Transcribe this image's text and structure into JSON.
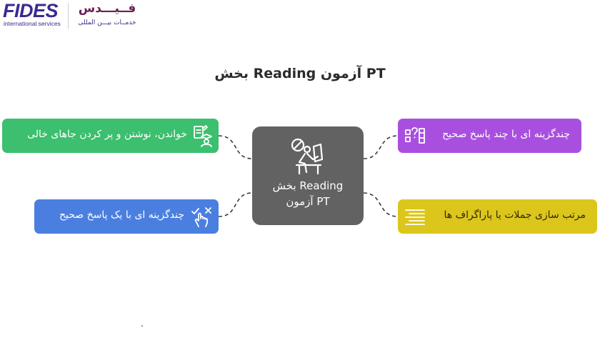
{
  "logo": {
    "brand": "FIDES",
    "subtitle": "international services",
    "brand_fa": "فــیـــدس",
    "subtitle_fa": "خدمــات بیـــن المللی"
  },
  "title": "PT آزمون Reading بخش",
  "center": {
    "line1": "Reading بخش",
    "line2": "PT آزمون",
    "icon": "reader-studying-icon"
  },
  "nodes": {
    "green": {
      "label": "خواندن، نوشتن و پر کردن جاهای خالی",
      "icon": "read-write-test-icon",
      "color": "#3cbf6e"
    },
    "blue": {
      "label": "چندگزینه ای با یک پاسخ صحیح",
      "icon": "single-choice-hand-icon",
      "color": "#4a7fe0"
    },
    "purple": {
      "label": "چندگزینه ای با چند پاسخ صحیح",
      "icon": "multi-choice-question-icon",
      "color": "#a94fe0"
    },
    "yellow": {
      "label": "مرتب سازی جملات یا پاراگراف ها",
      "icon": "reorder-lines-icon",
      "color": "#dcc61c"
    }
  },
  "center_color": "#626262",
  "connector_color": "#3a3a3a"
}
